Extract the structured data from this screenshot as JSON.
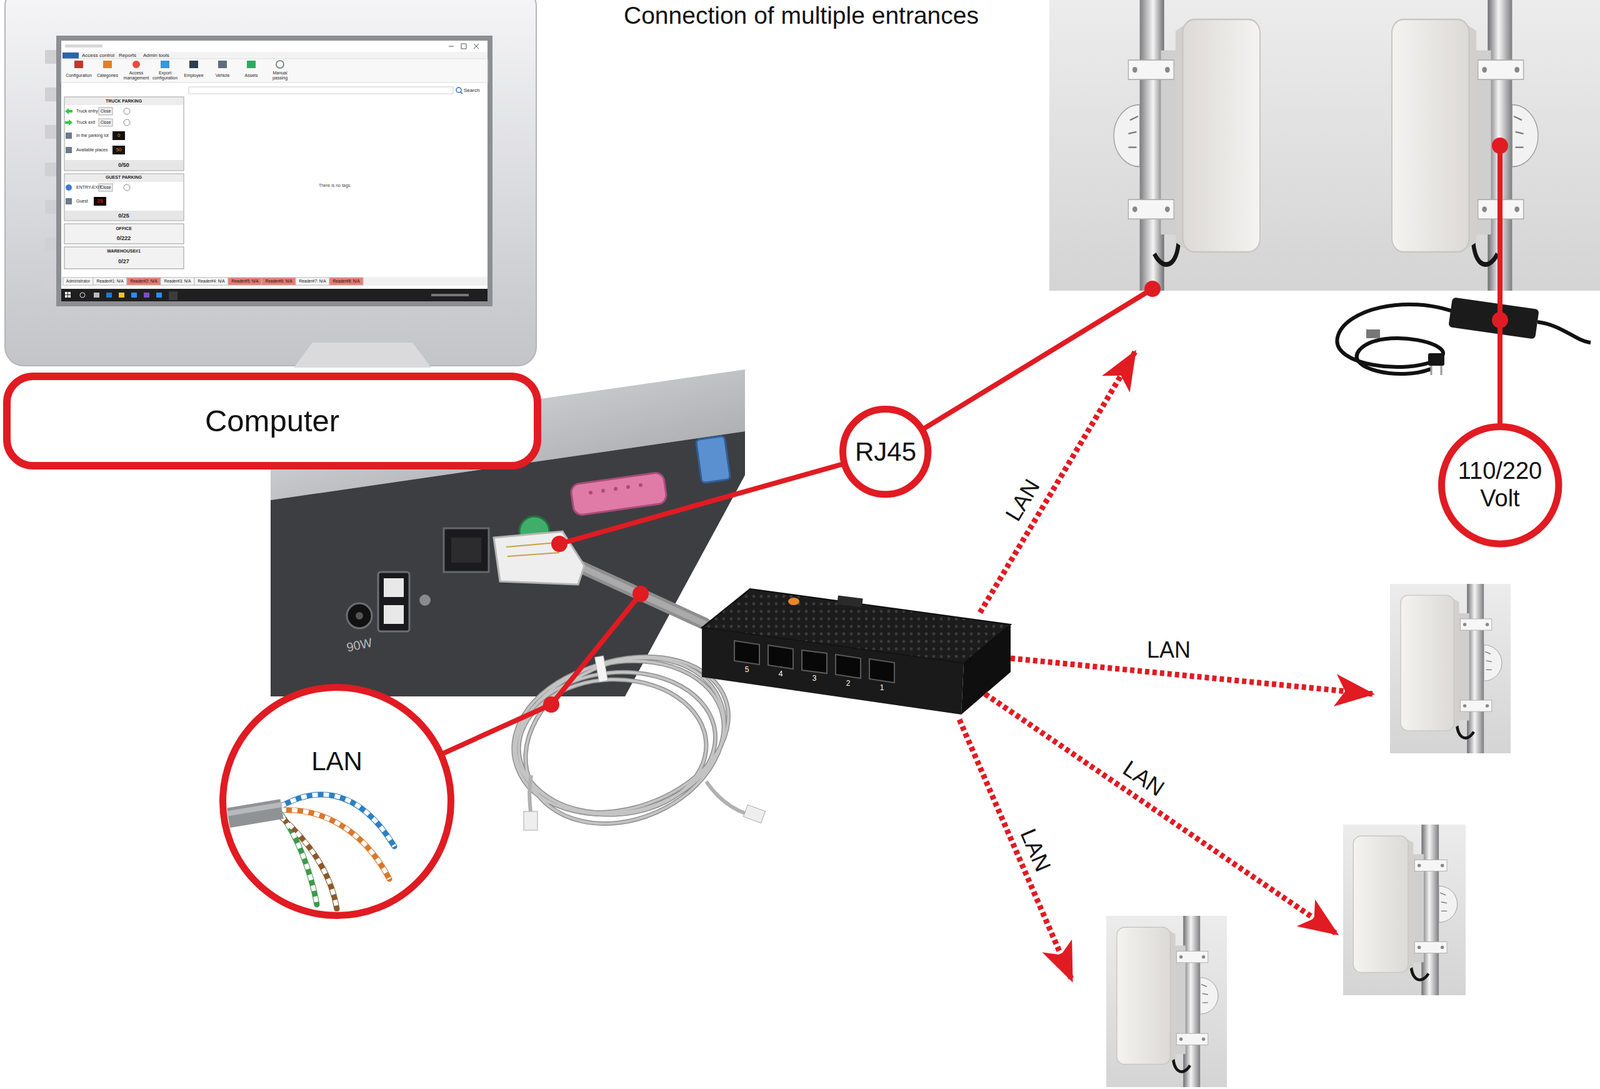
{
  "diagram": {
    "title": "Connection of multiple entrances",
    "nodes": [
      {
        "text": [
          "Computer"
        ]
      },
      {
        "text": [
          "RJ45"
        ]
      },
      {
        "text": [
          "LAN"
        ]
      },
      {
        "text": [
          "110/220 Volt"
        ]
      }
    ],
    "labels": [
      "Access control",
      "Reports",
      "Admin tools",
      "Configuration",
      "Categories",
      "Access management",
      "Export configuration",
      "Employee",
      "Vehicle",
      "Assets",
      "Manual passing",
      "Search",
      "TRUCK PARKING",
      "Truck entry",
      "Close",
      "Truck exit",
      "Close",
      "In the parking lot",
      "0",
      "Available places",
      "50",
      "0/50",
      "GUEST PARKING",
      "ENTRY-EXIT",
      "Close",
      "Guest",
      "25",
      "0/25",
      "OFFICE",
      "0/222",
      "WAREHOUSE#1",
      "0/27",
      "There is no tags.",
      "Administrator",
      "Reader#1: N/A",
      "Reader#2: N/A",
      "Reader#3: N/A",
      "Reader#4: N/A",
      "Reader#5: N/A",
      "Reader#6: N/A",
      "Reader#7: N/A",
      "Reader#8: N/A",
      "90W",
      "5",
      "4",
      "3",
      "2",
      "1",
      "LAN",
      "LAN",
      "LAN",
      "LAN"
    ]
  }
}
